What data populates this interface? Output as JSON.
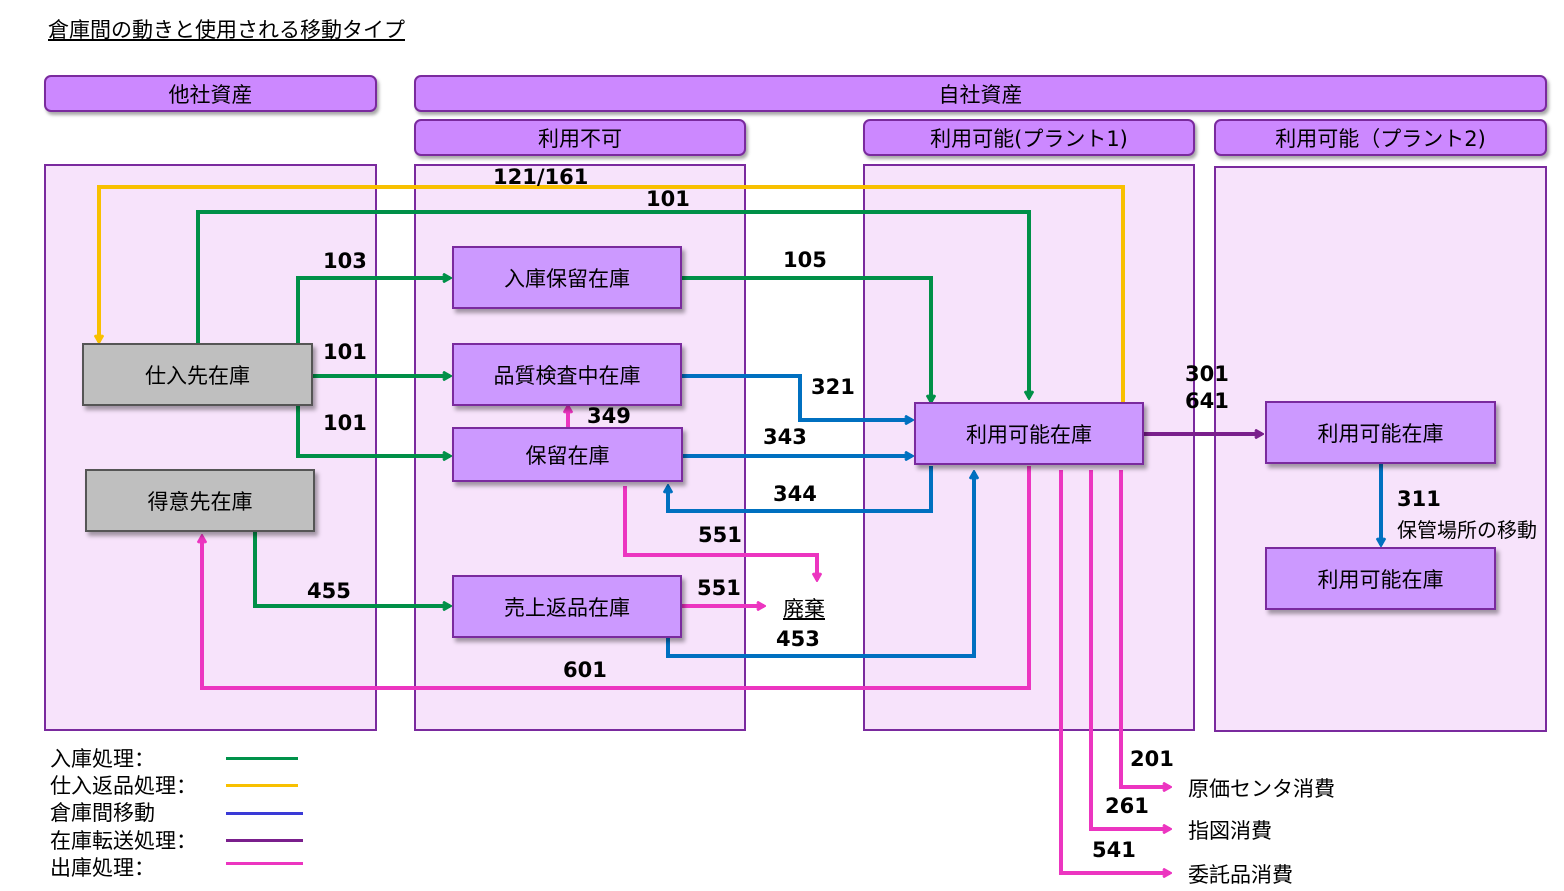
{
  "title": "倉庫間の動きと使用される移動タイプ",
  "headers": {
    "other_assets": "他社資産",
    "own_assets": "自社資産",
    "unusable": "利用不可",
    "usable_plant1": "利用可能(プラント1)",
    "usable_plant2": "利用可能（プラント2)"
  },
  "boxes": {
    "vendor_stock": "仕入先在庫",
    "customer_stock": "得意先在庫",
    "gr_blocked": "入庫保留在庫",
    "quality_inspection": "品質検査中在庫",
    "blocked": "保留在庫",
    "returns": "売上返品在庫",
    "unrestricted_p1": "利用可能在庫",
    "unrestricted_p2a": "利用可能在庫",
    "unrestricted_p2b": "利用可能在庫"
  },
  "movement_types": {
    "m121_161": "121/161",
    "m101_top": "101",
    "m103": "103",
    "m105": "105",
    "m101_qi": "101",
    "m101_blocked": "101",
    "m321": "321",
    "m349": "349",
    "m343": "343",
    "m344": "344",
    "m551_blocked": "551",
    "m551_returns": "551",
    "m455": "455",
    "m453": "453",
    "m601": "601",
    "m301": "301",
    "m641": "641",
    "m311": "311",
    "m201": "201",
    "m261": "261",
    "m541": "541"
  },
  "labels": {
    "scrap": "廃棄",
    "sloc_transfer": "保管場所の移動",
    "cost_center": "原価センタ消費",
    "order_consumption": "指図消費",
    "consignment": "委託品消費"
  },
  "legend": [
    {
      "label": "入庫処理：",
      "color": "#00924a"
    },
    {
      "label": "仕入返品処理：",
      "color": "#f8c000"
    },
    {
      "label": "倉庫間移動",
      "color": "#3a3ad6"
    },
    {
      "label": "在庫転送処理：",
      "color": "#7a1f8c"
    },
    {
      "label": "出庫処理：",
      "color": "#ec35c0"
    }
  ],
  "colors": {
    "receipt": "#009048",
    "vendor_return": "#f8c000",
    "transfer": "#0070c0",
    "stock_transfer": "#7a1f8c",
    "issue": "#ec35c0"
  }
}
